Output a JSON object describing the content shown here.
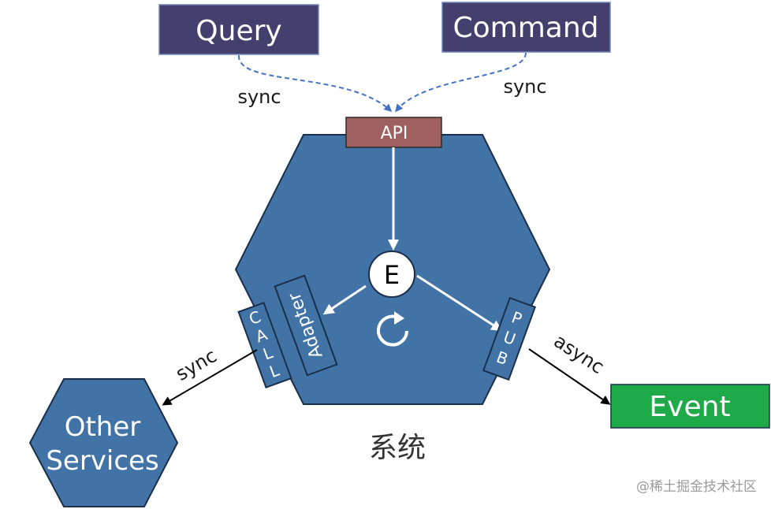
{
  "diagram": {
    "inputs": {
      "query": "Query",
      "command": "Command"
    },
    "system": {
      "api": "API",
      "entity": "E",
      "adapter": "Adapter",
      "call": [
        "C",
        "A",
        "L",
        "L"
      ],
      "pub": [
        "P",
        "U",
        "B"
      ],
      "label": "系统"
    },
    "edges": {
      "query_sync": "sync",
      "command_sync": "sync",
      "call_sync": "sync",
      "pub_async": "async"
    },
    "outputs": {
      "other_services_line1": "Other",
      "other_services_line2": "Services",
      "event": "Event"
    },
    "watermark": "@稀土掘金技术社区",
    "colors": {
      "input_box": "#453f6e",
      "hexagon": "#4173a6",
      "hexagon_stroke": "#1b2f4a",
      "api_box": "#9e6060",
      "event_box": "#1faa4a",
      "edge_dashed": "#4472c4",
      "arrow_white": "#ffffff"
    }
  }
}
